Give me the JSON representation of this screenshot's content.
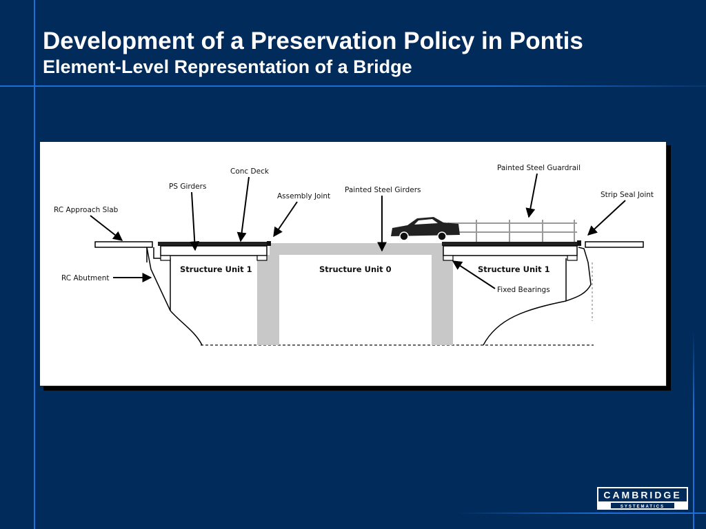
{
  "slide": {
    "title": "Development of a Preservation Policy in Pontis",
    "subtitle": "Element-Level Representation of a Bridge"
  },
  "diagram": {
    "labels": {
      "rc_approach_slab": "RC Approach Slab",
      "ps_girders": "PS Girders",
      "conc_deck": "Conc Deck",
      "assembly_joint": "Assembly Joint",
      "painted_steel_girders": "Painted Steel Girders",
      "painted_steel_guardrail": "Painted Steel Guardrail",
      "strip_seal_joint": "Strip Seal Joint",
      "rc_abutment": "RC Abutment",
      "fixed_bearings": "Fixed Bearings"
    },
    "units": {
      "left": "Structure Unit 1",
      "center": "Structure Unit 0",
      "right": "Structure Unit 1"
    }
  },
  "logo": {
    "name": "CAMBRIDGE",
    "tagline": "SYSTEMATICS"
  }
}
